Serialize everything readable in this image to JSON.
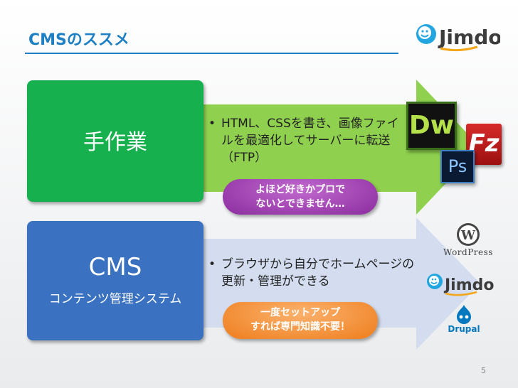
{
  "slide": {
    "title": "CMSのススメ",
    "page_number": "5"
  },
  "row1": {
    "box_label": "手作業",
    "bullet": "HTML、CSSを書き、画像ファイルを最適化してサーバーに転送（FTP）",
    "pill_line1": "よほど好きかプロで",
    "pill_line2": "ないとできません…",
    "icons": {
      "dreamweaver": "Dw",
      "photoshop": "Ps",
      "filezilla": "Fz"
    }
  },
  "row2": {
    "box_label": "CMS",
    "box_sublabel": "コンテンツ管理システム",
    "bullet": "ブラウザから自分でホームページの更新・管理ができる",
    "pill_line1": "一度セットアップ",
    "pill_line2": "すれば専門知識不要！",
    "logos": {
      "wordpress": "WordPress",
      "jimdo": "Jimdo",
      "drupal": "Drupal"
    }
  },
  "brand": {
    "jimdo": "Jimdo"
  },
  "colors": {
    "title_blue": "#1e7fc2",
    "green_box": "#17b04e",
    "blue_box": "#3a72c1",
    "green_arrow": "#8fd14f",
    "blue_arrow": "#d3ddef",
    "purple_pill": "#a044b4",
    "orange_pill": "#f48a2c"
  }
}
